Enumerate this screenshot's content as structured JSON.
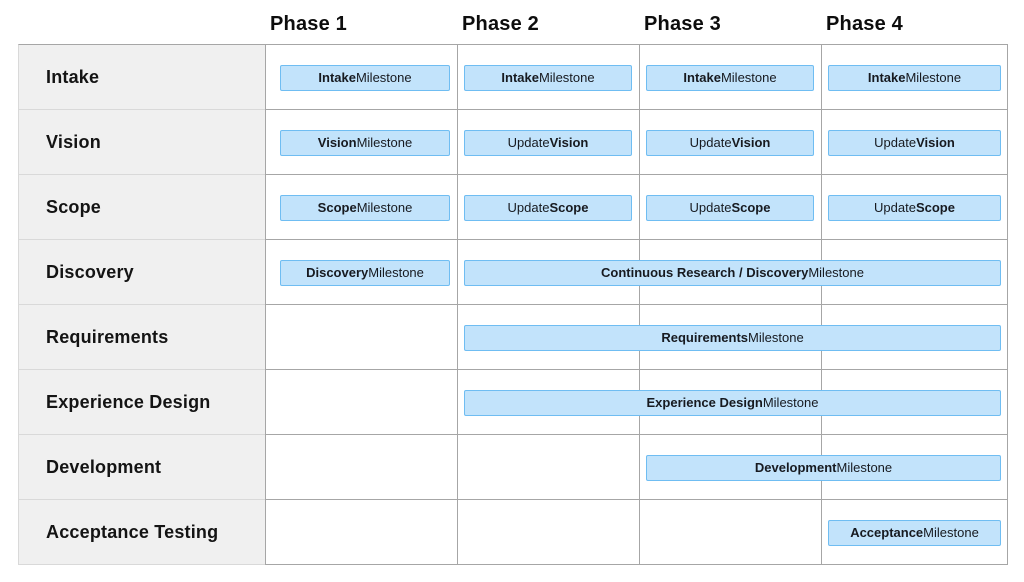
{
  "diagram": {
    "type": "roadmap-gantt",
    "phases": [
      "Phase 1",
      "Phase 2",
      "Phase 3",
      "Phase 4"
    ],
    "rows": [
      {
        "label": "Intake",
        "bars": [
          {
            "pre": "",
            "bold": "Intake",
            "post": " Milestone",
            "phase_start": 1,
            "phase_end": 1
          },
          {
            "pre": "",
            "bold": "Intake",
            "post": " Milestone",
            "phase_start": 2,
            "phase_end": 2
          },
          {
            "pre": "",
            "bold": "Intake",
            "post": " Milestone",
            "phase_start": 3,
            "phase_end": 3
          },
          {
            "pre": "",
            "bold": "Intake",
            "post": " Milestone",
            "phase_start": 4,
            "phase_end": 4
          }
        ]
      },
      {
        "label": "Vision",
        "bars": [
          {
            "pre": "",
            "bold": "Vision",
            "post": " Milestone",
            "phase_start": 1,
            "phase_end": 1
          },
          {
            "pre": "Update ",
            "bold": "Vision",
            "post": "",
            "phase_start": 2,
            "phase_end": 2
          },
          {
            "pre": "Update ",
            "bold": "Vision",
            "post": "",
            "phase_start": 3,
            "phase_end": 3
          },
          {
            "pre": "Update ",
            "bold": "Vision",
            "post": "",
            "phase_start": 4,
            "phase_end": 4
          }
        ]
      },
      {
        "label": "Scope",
        "bars": [
          {
            "pre": "",
            "bold": "Scope",
            "post": " Milestone",
            "phase_start": 1,
            "phase_end": 1
          },
          {
            "pre": "Update ",
            "bold": "Scope",
            "post": "",
            "phase_start": 2,
            "phase_end": 2
          },
          {
            "pre": "Update ",
            "bold": "Scope",
            "post": "",
            "phase_start": 3,
            "phase_end": 3
          },
          {
            "pre": "Update ",
            "bold": "Scope",
            "post": "",
            "phase_start": 4,
            "phase_end": 4
          }
        ]
      },
      {
        "label": "Discovery",
        "bars": [
          {
            "pre": "",
            "bold": "Discovery",
            "post": " Milestone",
            "phase_start": 1,
            "phase_end": 1
          },
          {
            "pre": "",
            "bold": "Continuous Research / Discovery",
            "post": " Milestone",
            "phase_start": 2,
            "phase_end": 4
          }
        ]
      },
      {
        "label": "Requirements",
        "bars": [
          {
            "pre": "",
            "bold": "Requirements",
            "post": " Milestone",
            "phase_start": 2,
            "phase_end": 4
          }
        ]
      },
      {
        "label": "Experience Design",
        "bars": [
          {
            "pre": "",
            "bold": "Experience Design",
            "post": " Milestone",
            "phase_start": 2,
            "phase_end": 4
          }
        ]
      },
      {
        "label": "Development",
        "bars": [
          {
            "pre": "",
            "bold": "Development",
            "post": " Milestone",
            "phase_start": 3,
            "phase_end": 4
          }
        ]
      },
      {
        "label": "Acceptance Testing",
        "bars": [
          {
            "pre": "",
            "bold": "Acceptance",
            "post": " Milestone",
            "phase_start": 4,
            "phase_end": 4
          }
        ]
      }
    ],
    "colors": {
      "bar_fill": "#C2E3FB",
      "bar_border": "#6FBDF2",
      "row_label_bg": "#F0F0F0",
      "grid_line": "#A6A6A6",
      "label_divider": "#D9D9D9",
      "text": "#131313"
    }
  }
}
